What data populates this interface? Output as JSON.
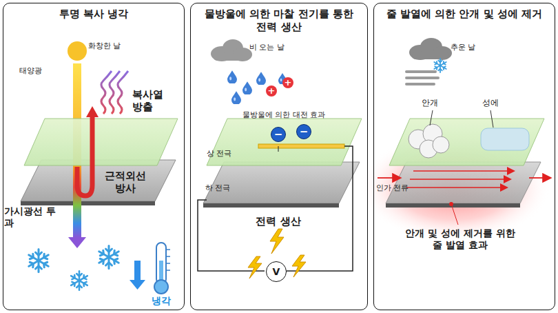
{
  "diagram": {
    "nodes": [
      {
        "text": [
          "투명 복사 냉각"
        ]
      },
      {
        "text": [
          "물방울에 의한 마찰 전기를 통한 전력 생산"
        ]
      },
      {
        "text": [
          "줄 발열에 의한 안개 및 성에 제거"
        ]
      },
      {
        "text": [
          "V"
        ],
        "in": 1
      }
    ],
    "labels": [
      "화창한 날",
      "태양광",
      "복사열 방출",
      "근적외선 방사",
      "가시광선 투과",
      "냉각",
      "비 오는 날",
      "+",
      "+",
      "−",
      "−",
      "물방울에 의한 대전 효과",
      "상 전극",
      "하 전극",
      "전력 생산",
      "추운 날",
      "안개",
      "성에",
      "인가 전류",
      "안개 및 성에 제거를 위한 줄 발열 효과"
    ]
  }
}
